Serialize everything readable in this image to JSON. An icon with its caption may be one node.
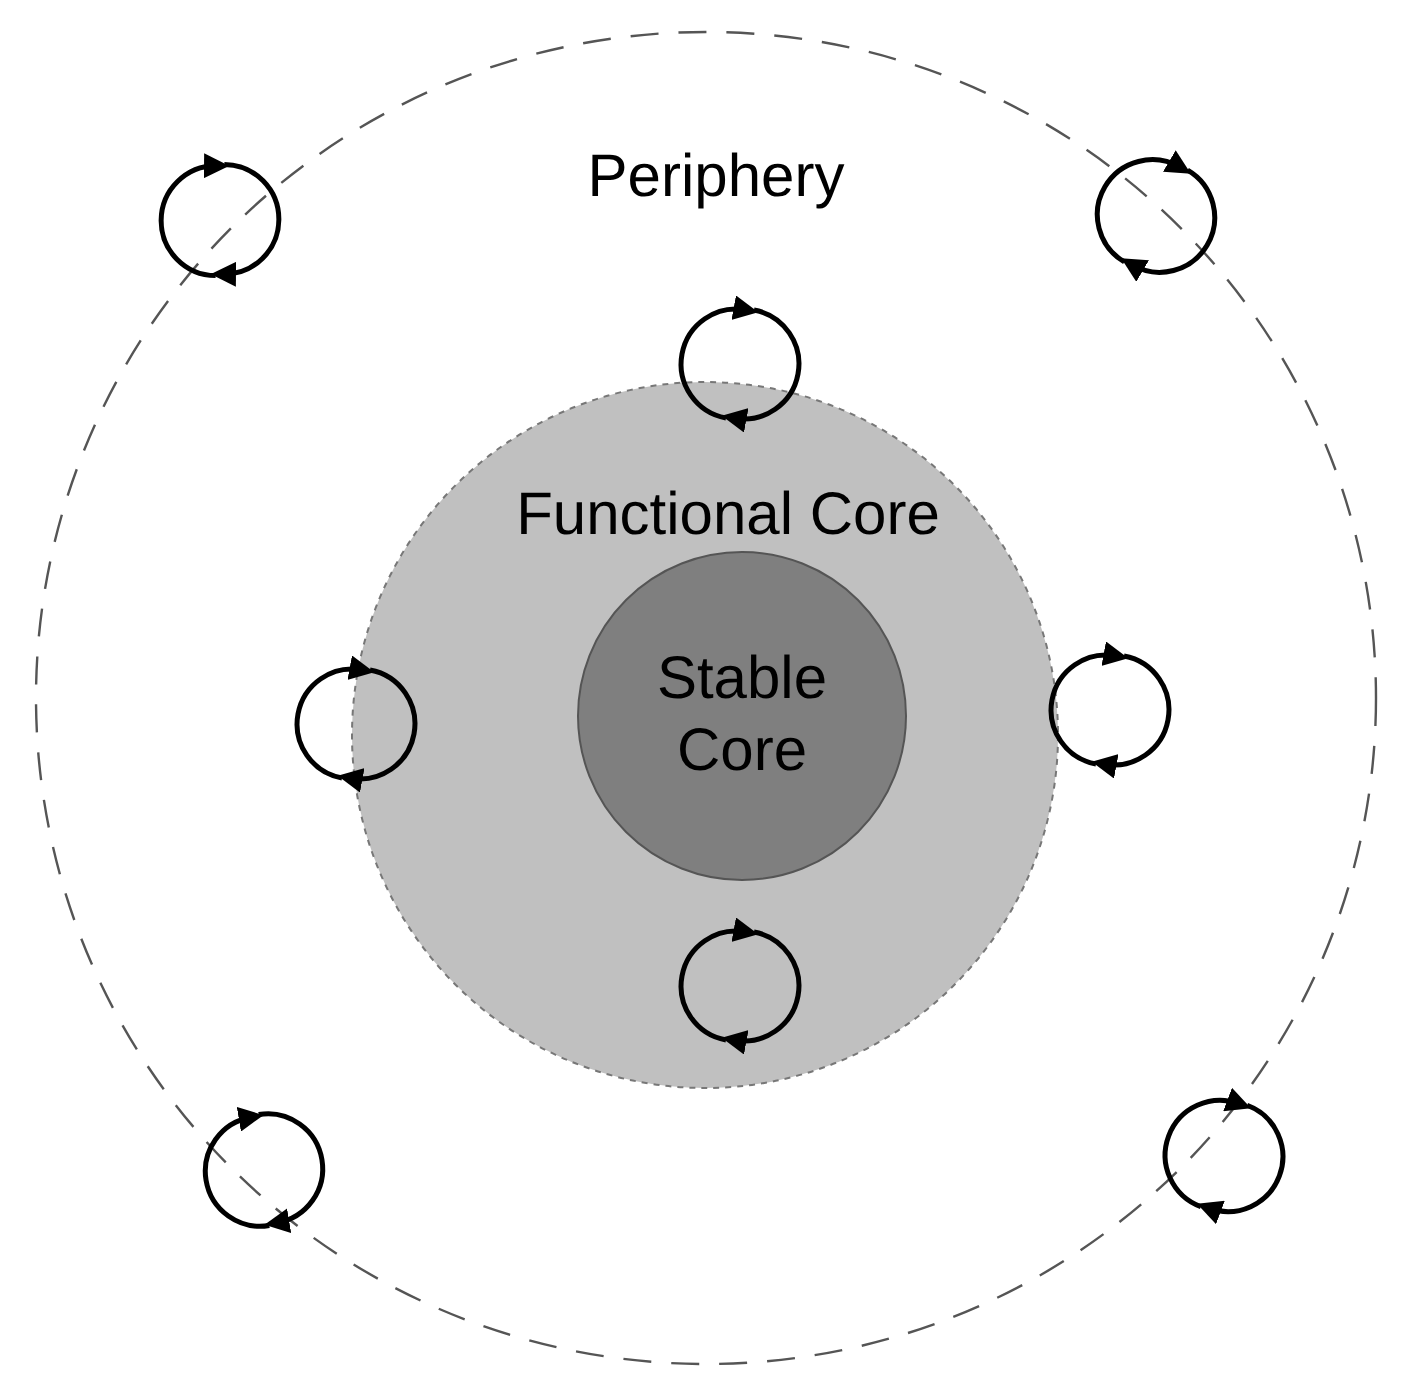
{
  "diagram": {
    "nodes": [
      {
        "text": [
          "Periphery"
        ]
      },
      {
        "text": [
          "Functional Core"
        ],
        "in": 0
      },
      {
        "text": [
          "Stable Core"
        ],
        "in": 1
      }
    ]
  }
}
